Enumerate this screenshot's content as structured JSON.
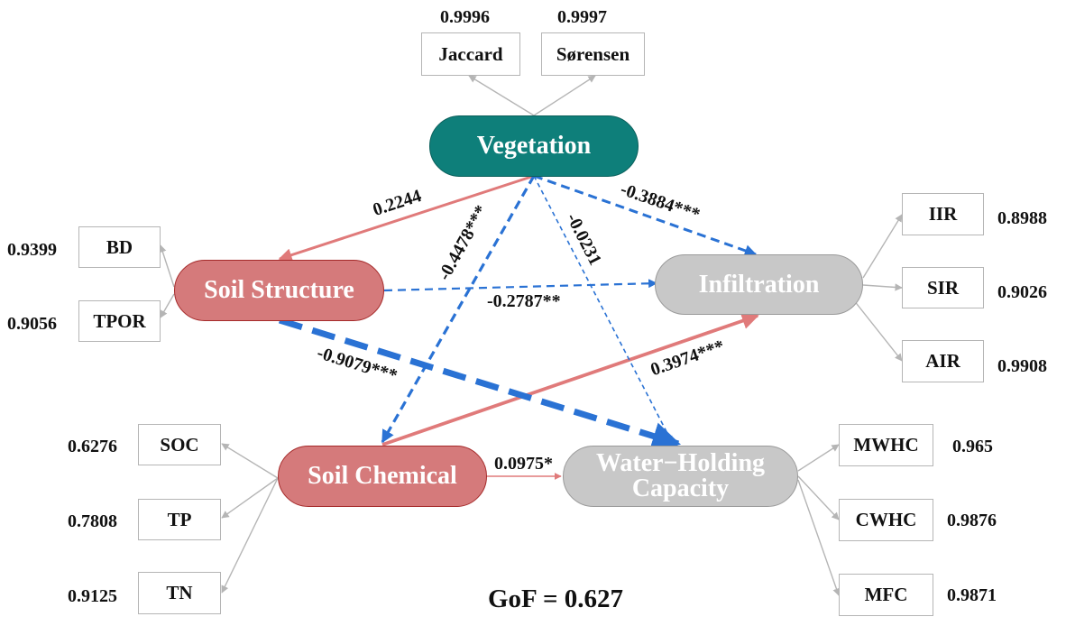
{
  "constructs": {
    "vegetation": "Vegetation",
    "soil_structure": "Soil Structure",
    "soil_chemical": "Soil Chemical",
    "infiltration": "Infiltration",
    "water_holding_line1": "Water−Holding",
    "water_holding_line2": "Capacity"
  },
  "indicators": {
    "jaccard": {
      "name": "Jaccard",
      "loading": "0.9996"
    },
    "sorensen": {
      "name": "Sørensen",
      "loading": "0.9997"
    },
    "bd": {
      "name": "BD",
      "loading": "0.9399"
    },
    "tpor": {
      "name": "TPOR",
      "loading": "0.9056"
    },
    "iir": {
      "name": "IIR",
      "loading": "0.8988"
    },
    "sir": {
      "name": "SIR",
      "loading": "0.9026"
    },
    "air": {
      "name": "AIR",
      "loading": "0.9908"
    },
    "soc": {
      "name": "SOC",
      "loading": "0.6276"
    },
    "tp": {
      "name": "TP",
      "loading": "0.7808"
    },
    "tn": {
      "name": "TN",
      "loading": "0.9125"
    },
    "mwhc": {
      "name": "MWHC",
      "loading": "0.965"
    },
    "cwhc": {
      "name": "CWHC",
      "loading": "0.9876"
    },
    "mfc": {
      "name": "MFC",
      "loading": "0.9871"
    }
  },
  "paths": {
    "veg_structure": "0.2244",
    "veg_chemical": "-0.4478***",
    "veg_whc": "-0.0231",
    "veg_infiltration": "-0.3884***",
    "structure_infiltration": "-0.2787**",
    "structure_whc": "-0.9079***",
    "chemical_infiltration": "0.3974***",
    "chemical_whc": "0.0975*"
  },
  "gof": "GoF = 0.627",
  "colors": {
    "vegetation": "#0e7f7a",
    "soil": "#d57a7b",
    "grey_construct": "#c8c8c8",
    "positive_path": "#e07a7a",
    "negative_path": "#2a72d4"
  }
}
